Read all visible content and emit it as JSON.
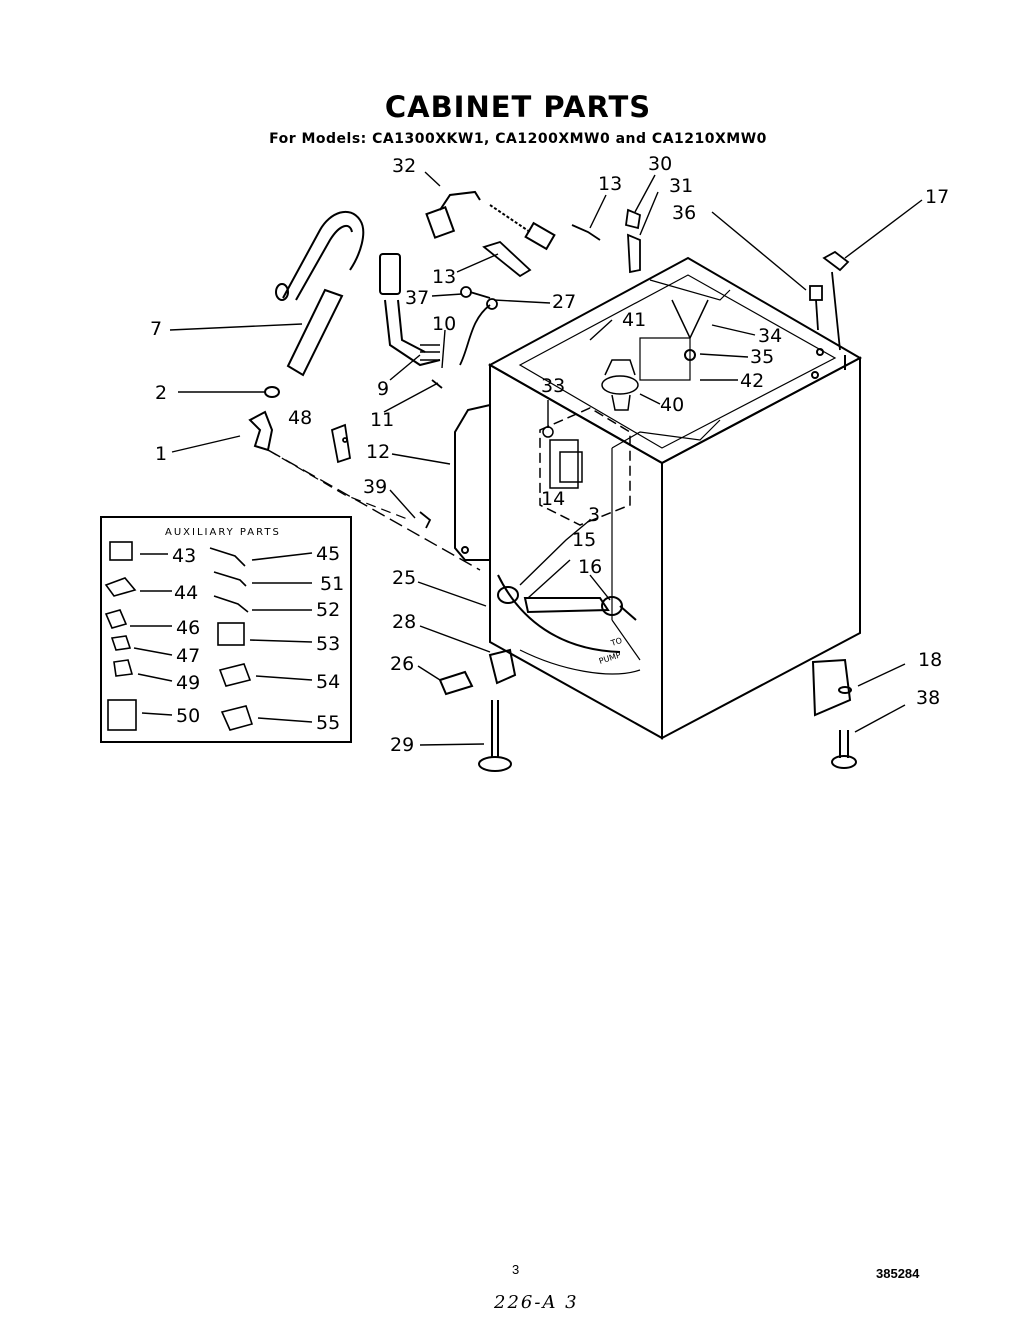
{
  "header": {
    "title": "CABINET PARTS",
    "subtitle": "For Models: CA1300XKW1, CA1200XMW0 and CA1210XMW0"
  },
  "diagram": {
    "callouts": [
      "32",
      "13",
      "30",
      "31",
      "36",
      "17",
      "13",
      "37",
      "27",
      "7",
      "10",
      "41",
      "34",
      "35",
      "9",
      "2",
      "33",
      "42",
      "40",
      "11",
      "48",
      "1",
      "12",
      "39",
      "14",
      "3",
      "15",
      "16",
      "25",
      "28",
      "26",
      "29",
      "18",
      "38"
    ],
    "to_pump_label": [
      "TO",
      "PUMP"
    ]
  },
  "auxiliary": {
    "title": "AUXILIARY PARTS",
    "left_numbers": [
      "43",
      "44",
      "46",
      "47",
      "49",
      "50"
    ],
    "right_numbers": [
      "45",
      "51",
      "52",
      "53",
      "54",
      "55"
    ]
  },
  "footer": {
    "page_number": "3",
    "doc_number": "385284",
    "handwritten_ref": "226-A 3"
  }
}
